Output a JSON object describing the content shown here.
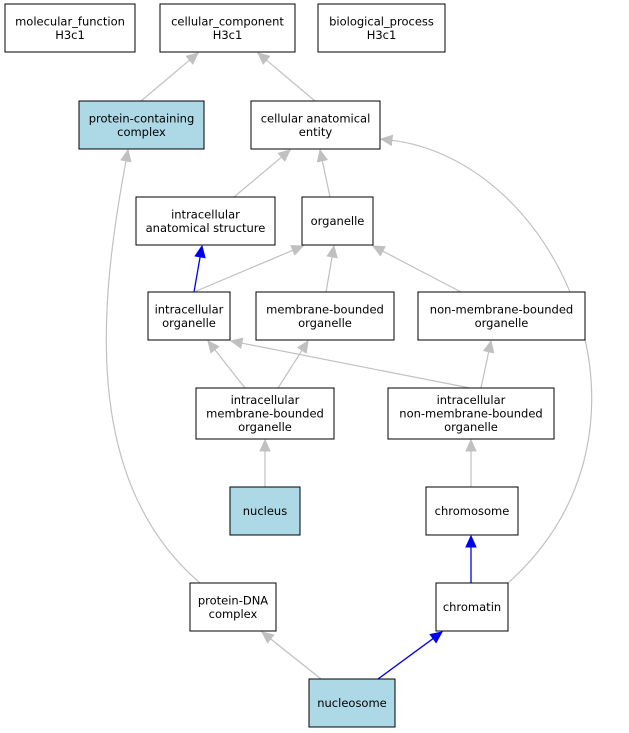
{
  "colors": {
    "highlight_fill": "#add8e6",
    "default_fill": "#ffffff",
    "gray_edge": "#c0c0c0",
    "blue_edge": "#0000ee"
  },
  "nodes": {
    "molecular_function": {
      "lines": [
        "molecular_function",
        "H3c1"
      ],
      "highlighted": false
    },
    "cellular_component": {
      "lines": [
        "cellular_component",
        "H3c1"
      ],
      "highlighted": false
    },
    "biological_process": {
      "lines": [
        "biological_process",
        "H3c1"
      ],
      "highlighted": false
    },
    "protein_containing_complex": {
      "lines": [
        "protein-containing",
        "complex"
      ],
      "highlighted": true
    },
    "cellular_anatomical_entity": {
      "lines": [
        "cellular anatomical",
        "entity"
      ],
      "highlighted": false
    },
    "intracellular_anatomical_structure": {
      "lines": [
        "intracellular",
        "anatomical structure"
      ],
      "highlighted": false
    },
    "organelle": {
      "lines": [
        "organelle"
      ],
      "highlighted": false
    },
    "intracellular_organelle": {
      "lines": [
        "intracellular",
        "organelle"
      ],
      "highlighted": false
    },
    "membrane_bounded_organelle": {
      "lines": [
        "membrane-bounded",
        "organelle"
      ],
      "highlighted": false
    },
    "non_membrane_bounded_organelle": {
      "lines": [
        "non-membrane-bounded",
        "organelle"
      ],
      "highlighted": false
    },
    "intracellular_membrane_bounded_organelle": {
      "lines": [
        "intracellular",
        "membrane-bounded",
        "organelle"
      ],
      "highlighted": false
    },
    "intracellular_non_membrane_bounded_organelle": {
      "lines": [
        "intracellular",
        "non-membrane-bounded",
        "organelle"
      ],
      "highlighted": false
    },
    "nucleus": {
      "lines": [
        "nucleus"
      ],
      "highlighted": true
    },
    "chromosome": {
      "lines": [
        "chromosome"
      ],
      "highlighted": false
    },
    "protein_dna_complex": {
      "lines": [
        "protein-DNA",
        "complex"
      ],
      "highlighted": false
    },
    "chromatin": {
      "lines": [
        "chromatin"
      ],
      "highlighted": false
    },
    "nucleosome": {
      "lines": [
        "nucleosome"
      ],
      "highlighted": true
    }
  },
  "edges": [
    {
      "from": "protein_containing_complex",
      "to": "cellular_component",
      "relation": "is_a"
    },
    {
      "from": "cellular_anatomical_entity",
      "to": "cellular_component",
      "relation": "is_a"
    },
    {
      "from": "intracellular_anatomical_structure",
      "to": "cellular_anatomical_entity",
      "relation": "is_a"
    },
    {
      "from": "organelle",
      "to": "cellular_anatomical_entity",
      "relation": "is_a"
    },
    {
      "from": "chromatin",
      "to": "cellular_anatomical_entity",
      "relation": "is_a"
    },
    {
      "from": "intracellular_organelle",
      "to": "intracellular_anatomical_structure",
      "relation": "part_of"
    },
    {
      "from": "intracellular_organelle",
      "to": "organelle",
      "relation": "is_a"
    },
    {
      "from": "membrane_bounded_organelle",
      "to": "organelle",
      "relation": "is_a"
    },
    {
      "from": "non_membrane_bounded_organelle",
      "to": "organelle",
      "relation": "is_a"
    },
    {
      "from": "intracellular_membrane_bounded_organelle",
      "to": "intracellular_organelle",
      "relation": "is_a"
    },
    {
      "from": "intracellular_membrane_bounded_organelle",
      "to": "membrane_bounded_organelle",
      "relation": "is_a"
    },
    {
      "from": "intracellular_non_membrane_bounded_organelle",
      "to": "intracellular_organelle",
      "relation": "is_a"
    },
    {
      "from": "intracellular_non_membrane_bounded_organelle",
      "to": "non_membrane_bounded_organelle",
      "relation": "is_a"
    },
    {
      "from": "nucleus",
      "to": "intracellular_membrane_bounded_organelle",
      "relation": "is_a"
    },
    {
      "from": "chromosome",
      "to": "intracellular_non_membrane_bounded_organelle",
      "relation": "is_a"
    },
    {
      "from": "chromatin",
      "to": "chromosome",
      "relation": "part_of"
    },
    {
      "from": "protein_dna_complex",
      "to": "protein_containing_complex",
      "relation": "is_a"
    },
    {
      "from": "nucleosome",
      "to": "protein_dna_complex",
      "relation": "is_a"
    },
    {
      "from": "nucleosome",
      "to": "chromatin",
      "relation": "part_of"
    }
  ]
}
